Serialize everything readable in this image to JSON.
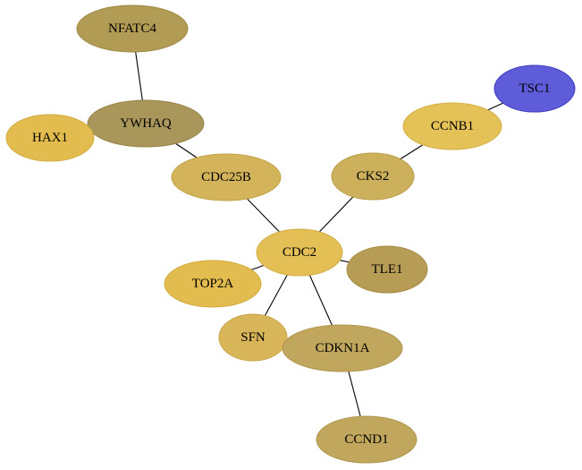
{
  "nodes": [
    {
      "id": "NFATC4",
      "label": "NFATC4",
      "fill": "#b19b55",
      "stroke": "#a08a45"
    },
    {
      "id": "YWHAQ",
      "label": "YWHAQ",
      "fill": "#a8965a",
      "stroke": "#978549"
    },
    {
      "id": "HAX1",
      "label": "HAX1",
      "fill": "#e3bc4f",
      "stroke": "#d2ab3e"
    },
    {
      "id": "CDC25B",
      "label": "CDC25B",
      "fill": "#d4b45a",
      "stroke": "#c3a349"
    },
    {
      "id": "TSC1",
      "label": "TSC1",
      "fill": "#5e5cd9",
      "stroke": "#3e3cc0"
    },
    {
      "id": "CCNB1",
      "label": "CCNB1",
      "fill": "#e5c257",
      "stroke": "#d4b146"
    },
    {
      "id": "CKS2",
      "label": "CKS2",
      "fill": "#cdb05c",
      "stroke": "#bc9f4b"
    },
    {
      "id": "CDC2",
      "label": "CDC2",
      "fill": "#e3bf56",
      "stroke": "#d2ae45"
    },
    {
      "id": "TLE1",
      "label": "TLE1",
      "fill": "#b79c56",
      "stroke": "#a68b45"
    },
    {
      "id": "TOP2A",
      "label": "TOP2A",
      "fill": "#e3bc4f",
      "stroke": "#d2ab3e"
    },
    {
      "id": "SFN",
      "label": "SFN",
      "fill": "#d9b55a",
      "stroke": "#c8a449"
    },
    {
      "id": "CDKN1A",
      "label": "CDKN1A",
      "fill": "#c1a65e",
      "stroke": "#b0954d"
    },
    {
      "id": "CCND1",
      "label": "CCND1",
      "fill": "#c1a65e",
      "stroke": "#b0954d"
    }
  ],
  "edges": [
    {
      "source": "NFATC4",
      "target": "YWHAQ"
    },
    {
      "source": "YWHAQ",
      "target": "HAX1"
    },
    {
      "source": "YWHAQ",
      "target": "CDC25B"
    },
    {
      "source": "CDC25B",
      "target": "CDC2"
    },
    {
      "source": "TSC1",
      "target": "CCNB1"
    },
    {
      "source": "CCNB1",
      "target": "CKS2"
    },
    {
      "source": "CKS2",
      "target": "CDC2"
    },
    {
      "source": "CDC2",
      "target": "TLE1"
    },
    {
      "source": "CDC2",
      "target": "TOP2A"
    },
    {
      "source": "CDC2",
      "target": "SFN"
    },
    {
      "source": "CDC2",
      "target": "CDKN1A"
    },
    {
      "source": "CDKN1A",
      "target": "CCND1"
    }
  ]
}
